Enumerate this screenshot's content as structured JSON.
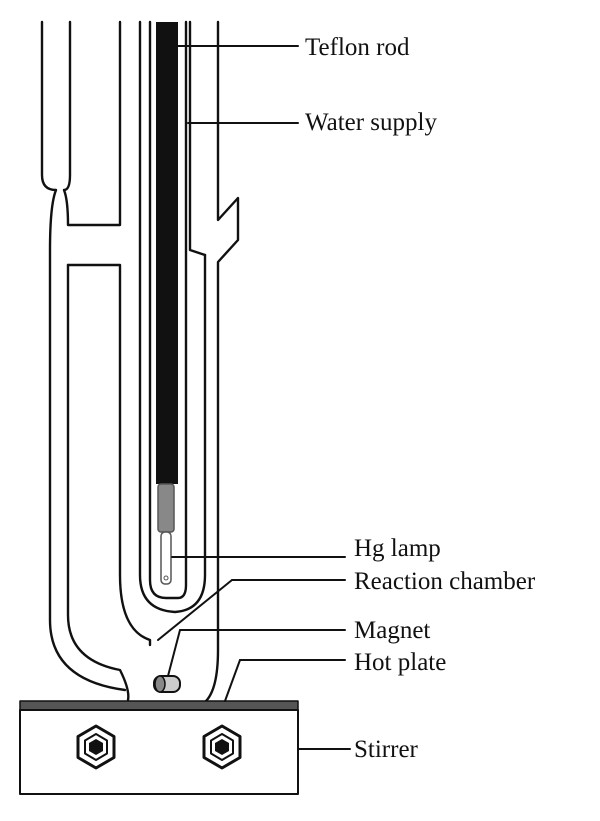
{
  "labels": {
    "teflon_rod": "Teflon rod",
    "water_supply": "Water supply",
    "hg_lamp": "Hg lamp",
    "reaction_chamber": "Reaction chamber",
    "magnet": "Magnet",
    "hot_plate": "Hot plate",
    "stirrer": "Stirrer"
  },
  "colors": {
    "line": "#111111",
    "rod": "#111111",
    "lamp_holder": "#888888",
    "hot_plate": "#555555",
    "background": "#ffffff"
  }
}
